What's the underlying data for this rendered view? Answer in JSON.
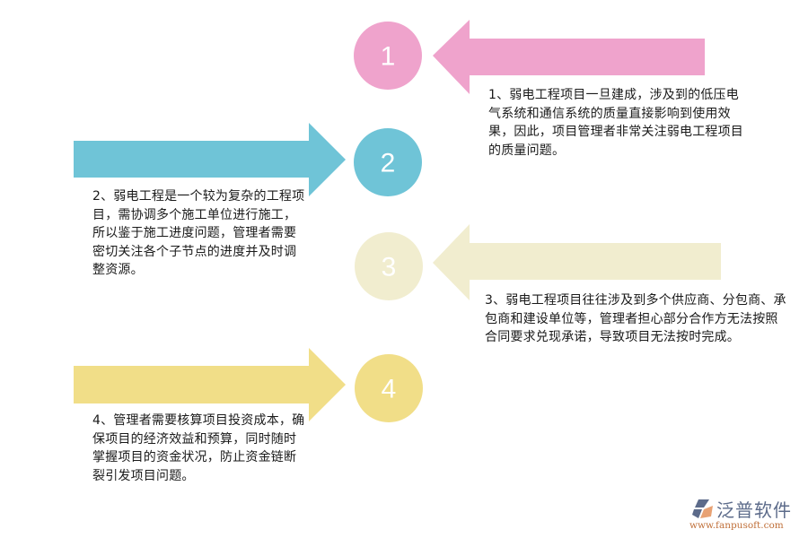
{
  "colors": {
    "step1": "#efa3cc",
    "step2": "#6fc4d7",
    "step3": "#f1edcf",
    "step4": "#f1de88",
    "text": "#1a1a1a",
    "logo_text": "#5c6b8a",
    "logo_url": "#c0703a"
  },
  "steps": [
    {
      "number": "1",
      "arrow_direction": "left",
      "text": "1、弱电工程项目一旦建成，涉及到的低压电气系统和通信系统的质量直接影响到使用效果，因此，项目管理者非常关注弱电工程项目的质量问题。"
    },
    {
      "number": "2",
      "arrow_direction": "right",
      "text": "2、弱电工程是一个较为复杂的工程项目，需协调多个施工单位进行施工，所以鉴于施工进度问题，管理者需要密切关注各个子节点的进度并及时调整资源。"
    },
    {
      "number": "3",
      "arrow_direction": "left",
      "text": "3、弱电工程项目往往涉及到多个供应商、分包商、承包商和建设单位等，管理者担心部分合作方无法按照合同要求兑现承诺，导致项目无法按时完成。"
    },
    {
      "number": "4",
      "arrow_direction": "right",
      "text": "4、管理者需要核算项目投资成本，确保项目的经济效益和预算，同时随时掌握项目的资金状况，防止资金链断裂引发项目问题。"
    }
  ],
  "logo": {
    "name": "泛普软件",
    "url": "www.fanpusoft.com"
  }
}
